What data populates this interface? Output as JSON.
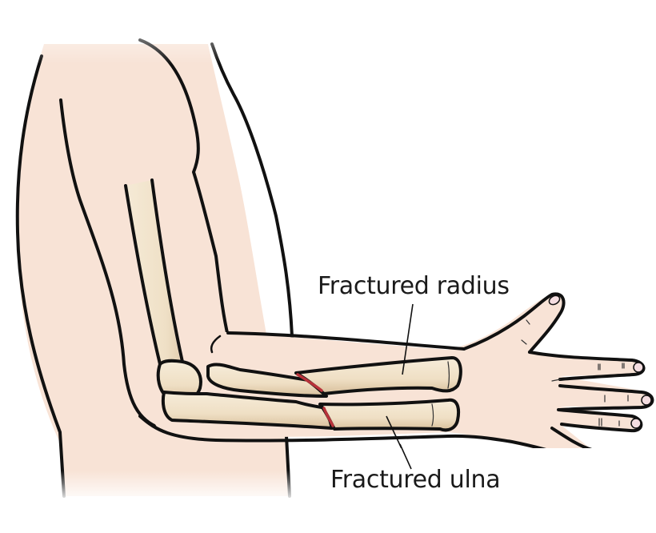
{
  "illustration": {
    "subject": "Arm with fractured radius and ulna",
    "labels": {
      "radius": "Fractured radius",
      "ulna": "Fractured ulna"
    },
    "colors": {
      "skin": "#f8e3d6",
      "bone": "#f3e6cf",
      "bone_shadow": "#d9c2a0",
      "fracture": "#b8323a",
      "outline": "#111111",
      "nail": "#f4dde0",
      "background": "#ffffff"
    }
  }
}
